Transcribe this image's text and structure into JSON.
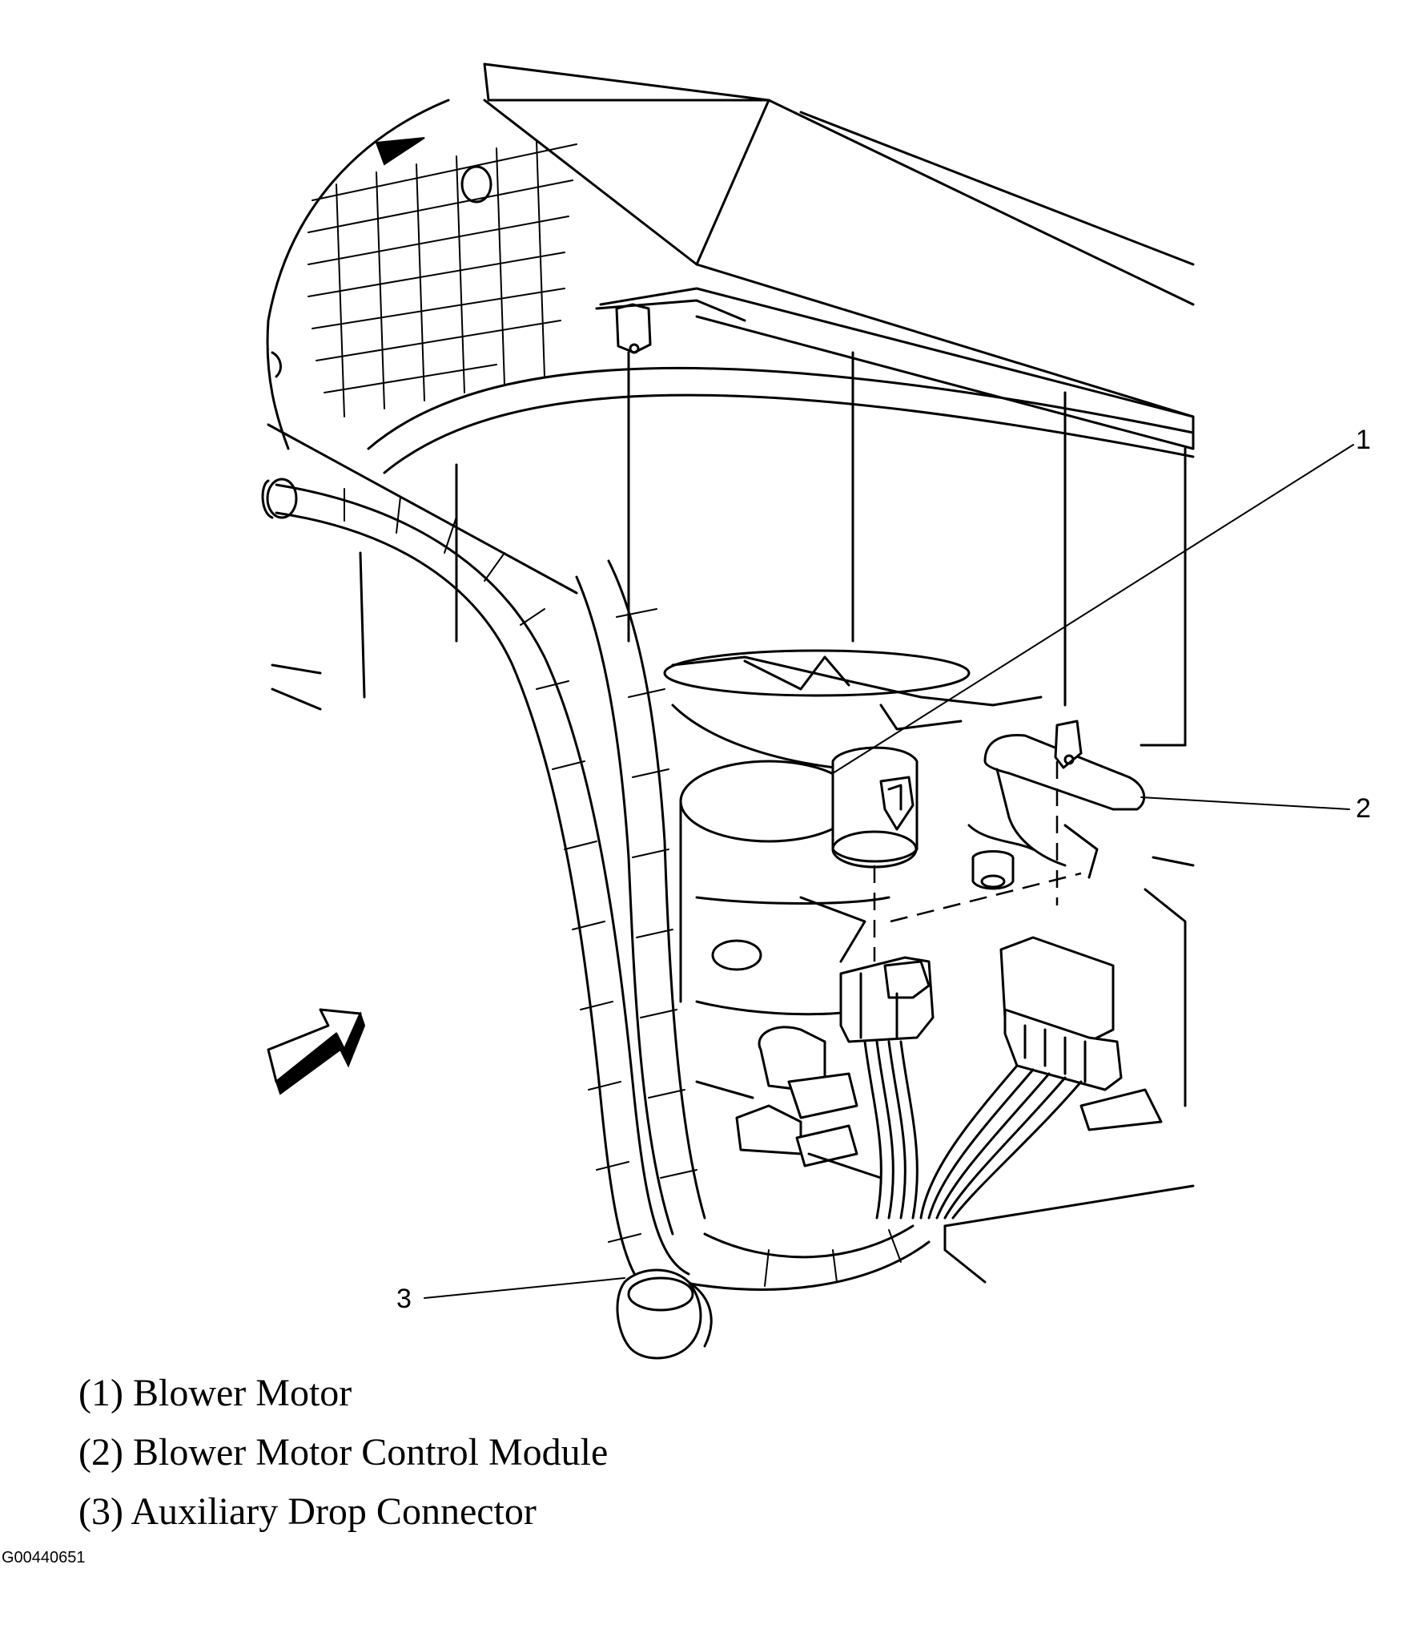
{
  "callouts": [
    {
      "number": "1",
      "part": "Blower Motor"
    },
    {
      "number": "2",
      "part": "Blower Motor Control Module"
    },
    {
      "number": "3",
      "part": "Auxiliary Drop Connector"
    }
  ],
  "legend": [
    "(1) Blower Motor",
    "(2) Blower Motor Control Module",
    "(3) Auxiliary Drop Connector"
  ],
  "figure_code": "G00440651"
}
